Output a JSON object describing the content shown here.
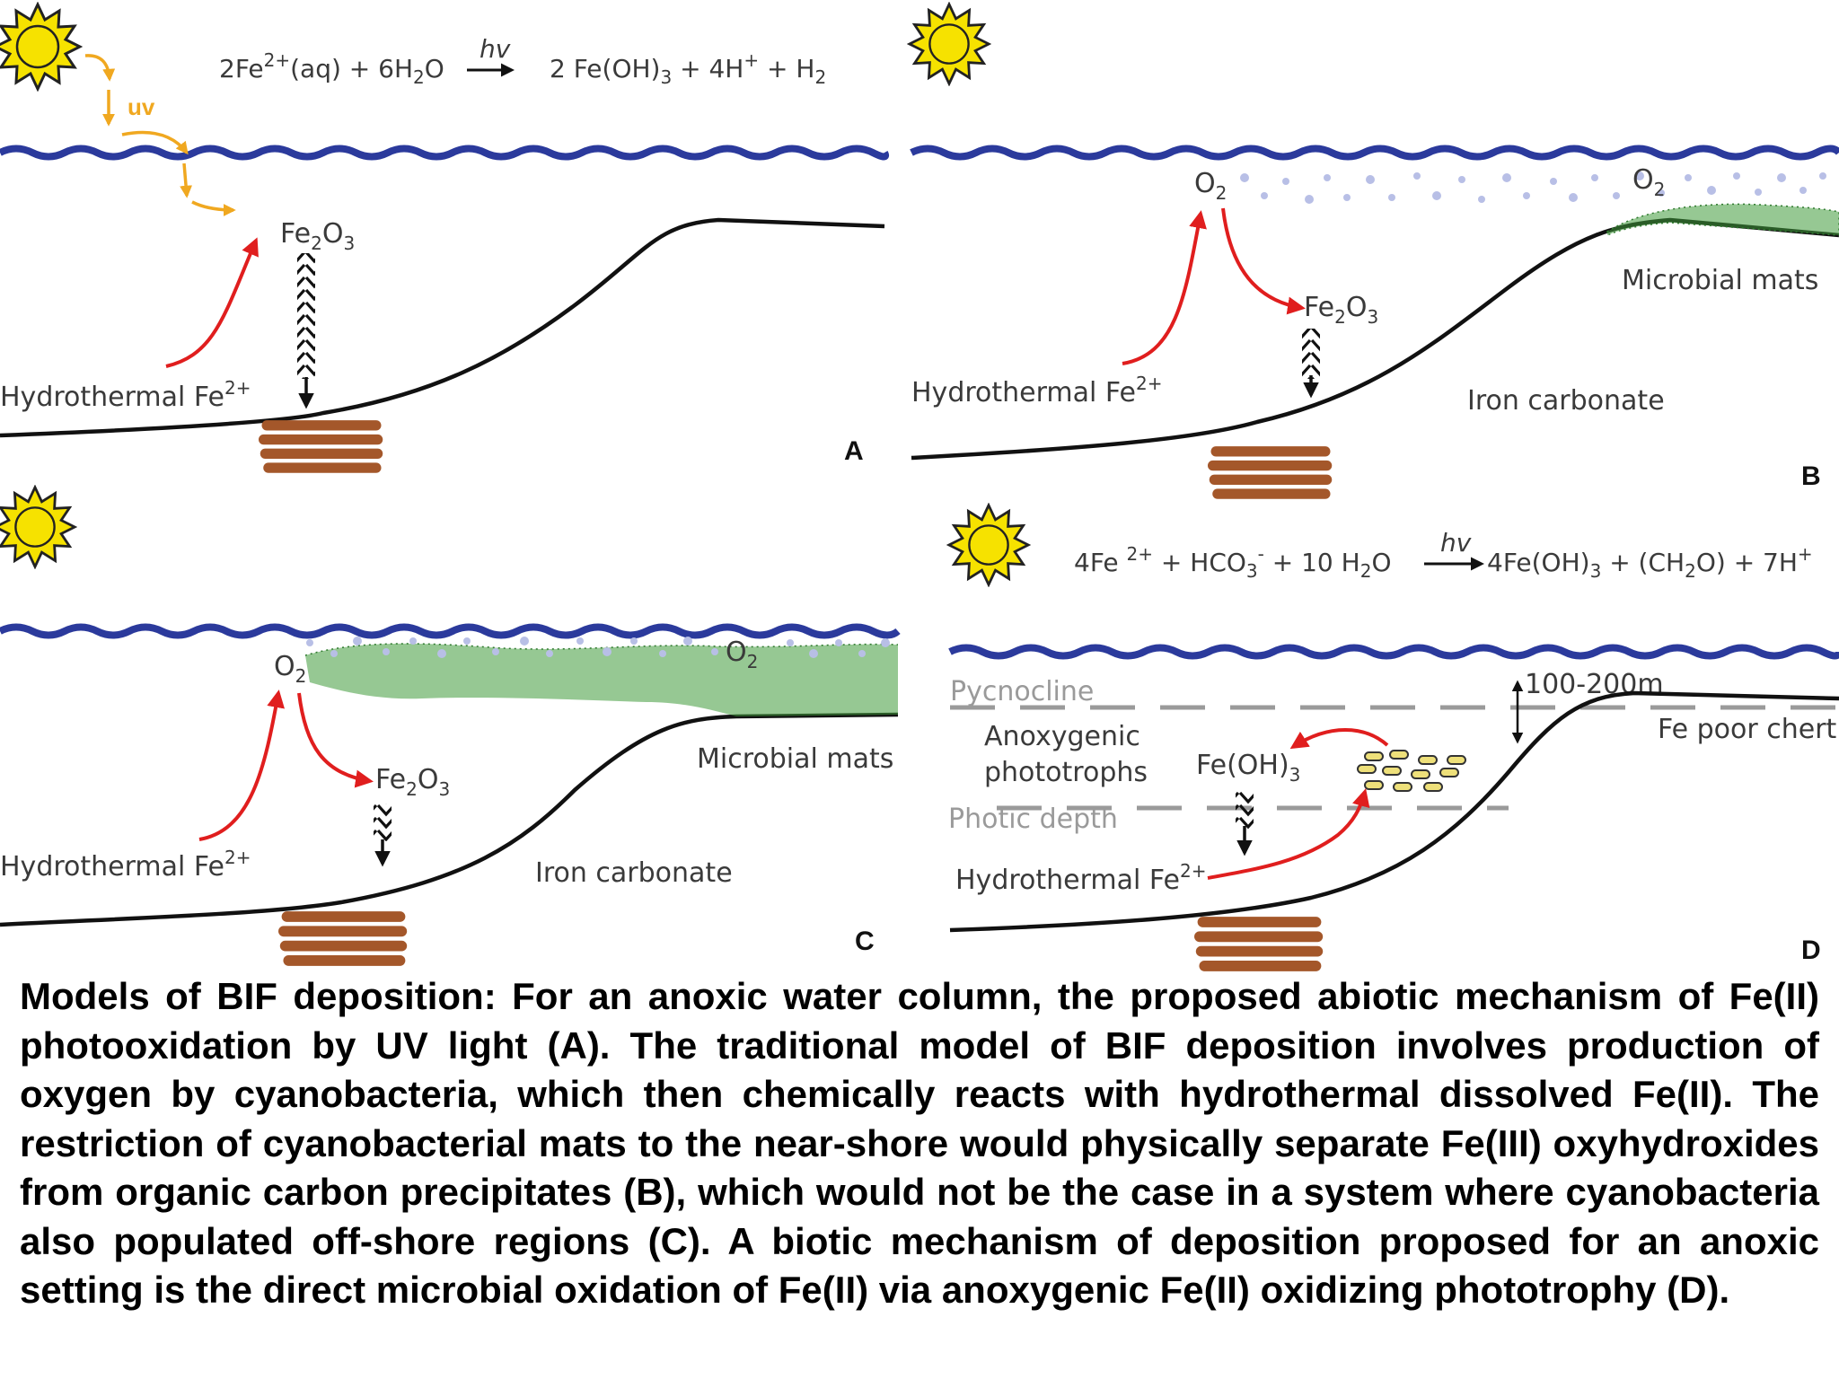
{
  "panels": {
    "a": {
      "letter": "A",
      "equation": {
        "left": [
          "2Fe",
          "2+",
          "(aq) + 6H",
          "2",
          "O"
        ],
        "arrow_label": "hv",
        "right": [
          "2 Fe(OH)",
          "3",
          " + 4H",
          "+",
          " + H",
          "2"
        ]
      },
      "uv_label": "uv",
      "product_label": [
        "Fe",
        "2",
        "O",
        "3"
      ],
      "source_label": [
        "Hydrothermal Fe",
        "2+"
      ]
    },
    "b": {
      "letter": "B",
      "o2_label_1": [
        "O",
        "2"
      ],
      "o2_label_2": [
        "O",
        "2"
      ],
      "product_label": [
        "Fe",
        "2",
        "O",
        "3"
      ],
      "mats_label": "Microbial mats",
      "carbonate_label": "Iron carbonate",
      "source_label": [
        "Hydrothermal Fe",
        "2+"
      ]
    },
    "c": {
      "letter": "C",
      "o2_label_1": [
        "O",
        "2"
      ],
      "o2_label_2": [
        "O",
        "2"
      ],
      "product_label": [
        "Fe",
        "2",
        "O",
        "3"
      ],
      "mats_label": "Microbial mats",
      "carbonate_label": "Iron carbonate",
      "source_label": [
        "Hydrothermal Fe",
        "2+"
      ]
    },
    "d": {
      "letter": "D",
      "equation": {
        "left": [
          "4Fe ",
          "2+",
          " + HCO",
          "3",
          "-",
          " + 10 H",
          "2",
          "O"
        ],
        "arrow_label": "hv",
        "right": [
          "4Fe(OH)",
          "3",
          " + (CH",
          "2",
          "O) + 7H",
          "+"
        ]
      },
      "depth_label": "100-200m",
      "pycnocline_label": "Pycnocline",
      "photic_label": "Photic depth",
      "organism_label_1": "Anoxygenic",
      "organism_label_2": "phototrophs",
      "product_label": [
        "Fe(OH)",
        "3"
      ],
      "chert_label": "Fe poor chert",
      "source_label": [
        "Hydrothermal Fe",
        "2+"
      ]
    }
  },
  "caption": "Models of BIF deposition: For an anoxic water column, the proposed abiotic mechanism of Fe(II) photooxidation by UV light (A). The traditional model of BIF deposition involves production of oxygen by cyanobacteria, which then chemically reacts with hydrothermal dissolved Fe(II). The restriction of cyanobacterial mats to the near-shore would physically separate Fe(III) oxyhydroxides from organic carbon precipitates (B), which would not be the case in a system where cyanobacteria also populated off-shore regions (C). A biotic mechanism of deposition proposed for an anoxic setting is the direct microbial oxidation of Fe(II) via anoxygenic Fe(II) oxidizing phototrophy (D).",
  "colors": {
    "water": "#2b3a9c",
    "seafloor": "#111111",
    "arrow_red": "#e01e1e",
    "sun": "#f6e200",
    "uv_orange": "#f0a820",
    "sediment": "#a4572a",
    "mats_green": "#3f9a3a",
    "bubbles": "#b8bfe6",
    "cells": "#eee07a",
    "layer_gray": "#9a9a9a"
  }
}
